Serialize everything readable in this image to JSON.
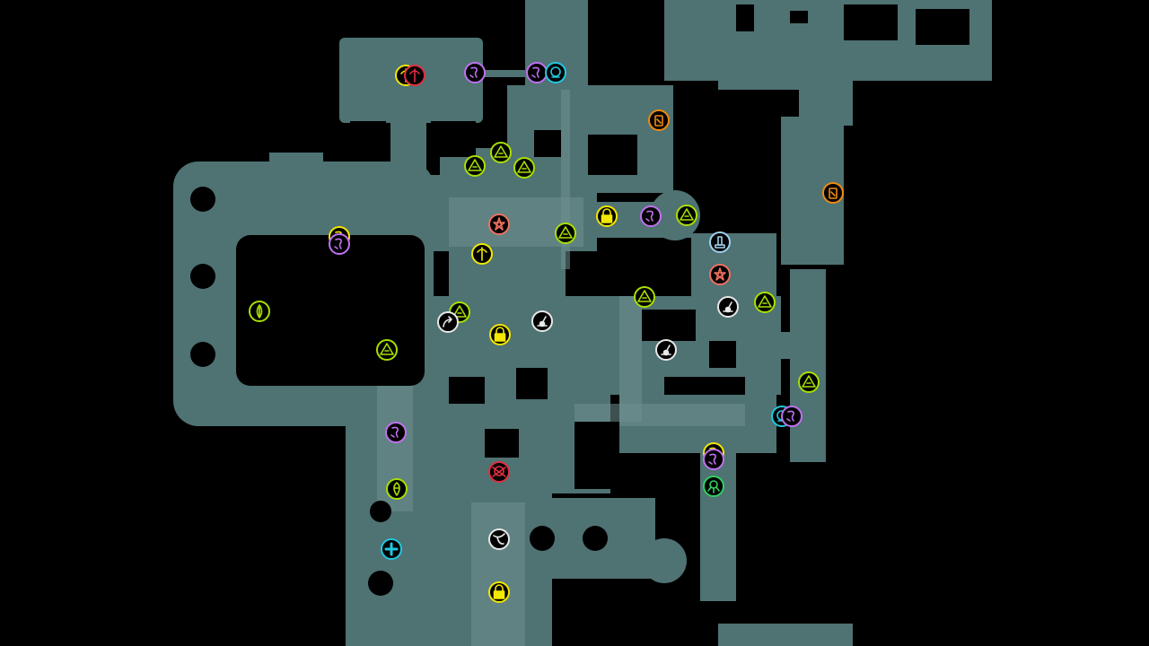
{
  "map": {
    "background_color": "#000000",
    "floor_color": "#4f7273",
    "highlight_color": "#6f9090"
  },
  "legend_colors": {
    "yellow": "#f2e800",
    "lime": "#a8e000",
    "purple": "#c070f0",
    "cyan": "#20c8e0",
    "orange": "#f08a10",
    "white": "#e8e8e8",
    "salmon": "#f07060",
    "red": "#e03040",
    "green": "#30d060",
    "ice": "#a0d0f0"
  },
  "markers": [
    {
      "icon": "totem-icon",
      "color": "yellow"
    },
    {
      "icon": "totem-icon",
      "color": "red"
    },
    {
      "icon": "rune-icon",
      "color": "purple"
    },
    {
      "icon": "rune-icon",
      "color": "purple"
    },
    {
      "icon": "armor-icon",
      "color": "cyan"
    },
    {
      "icon": "fuel-can-icon",
      "color": "orange"
    },
    {
      "icon": "fuel-can-icon",
      "color": "orange"
    },
    {
      "icon": "warning-triangle-icon",
      "color": "lime"
    },
    {
      "icon": "warning-triangle-icon",
      "color": "lime"
    },
    {
      "icon": "warning-triangle-icon",
      "color": "lime"
    },
    {
      "icon": "pentagram-icon",
      "color": "salmon"
    },
    {
      "icon": "warning-triangle-icon",
      "color": "lime"
    },
    {
      "icon": "lock-icon",
      "color": "yellow"
    },
    {
      "icon": "rune-icon",
      "color": "purple"
    },
    {
      "icon": "warning-triangle-icon",
      "color": "lime"
    },
    {
      "icon": "rune-icon",
      "color": "yellow"
    },
    {
      "icon": "rune-icon",
      "color": "purple"
    },
    {
      "icon": "totem-icon",
      "color": "yellow"
    },
    {
      "icon": "statue-icon",
      "color": "ice"
    },
    {
      "icon": "pentagram-icon",
      "color": "salmon"
    },
    {
      "icon": "feather-icon",
      "color": "lime"
    },
    {
      "icon": "warning-triangle-icon",
      "color": "lime"
    },
    {
      "icon": "lever-icon",
      "color": "white"
    },
    {
      "icon": "warning-triangle-icon",
      "color": "lime"
    },
    {
      "icon": "warning-triangle-icon",
      "color": "lime"
    },
    {
      "icon": "exit-arrow-icon",
      "color": "white"
    },
    {
      "icon": "lock-icon",
      "color": "yellow"
    },
    {
      "icon": "lever-icon",
      "color": "white"
    },
    {
      "icon": "warning-triangle-icon",
      "color": "lime"
    },
    {
      "icon": "lever-icon",
      "color": "white"
    },
    {
      "icon": "warning-triangle-icon",
      "color": "lime"
    },
    {
      "icon": "armor-icon",
      "color": "cyan"
    },
    {
      "icon": "rune-icon",
      "color": "purple"
    },
    {
      "icon": "rune-icon",
      "color": "purple"
    },
    {
      "icon": "rune-icon",
      "color": "yellow"
    },
    {
      "icon": "rune-icon",
      "color": "purple"
    },
    {
      "icon": "skull-icon",
      "color": "red"
    },
    {
      "icon": "demon-mask-icon",
      "color": "lime"
    },
    {
      "icon": "crawler-icon",
      "color": "green"
    },
    {
      "icon": "health-cross-icon",
      "color": "cyan"
    },
    {
      "icon": "bird-icon",
      "color": "white"
    },
    {
      "icon": "lock-icon",
      "color": "yellow"
    }
  ]
}
